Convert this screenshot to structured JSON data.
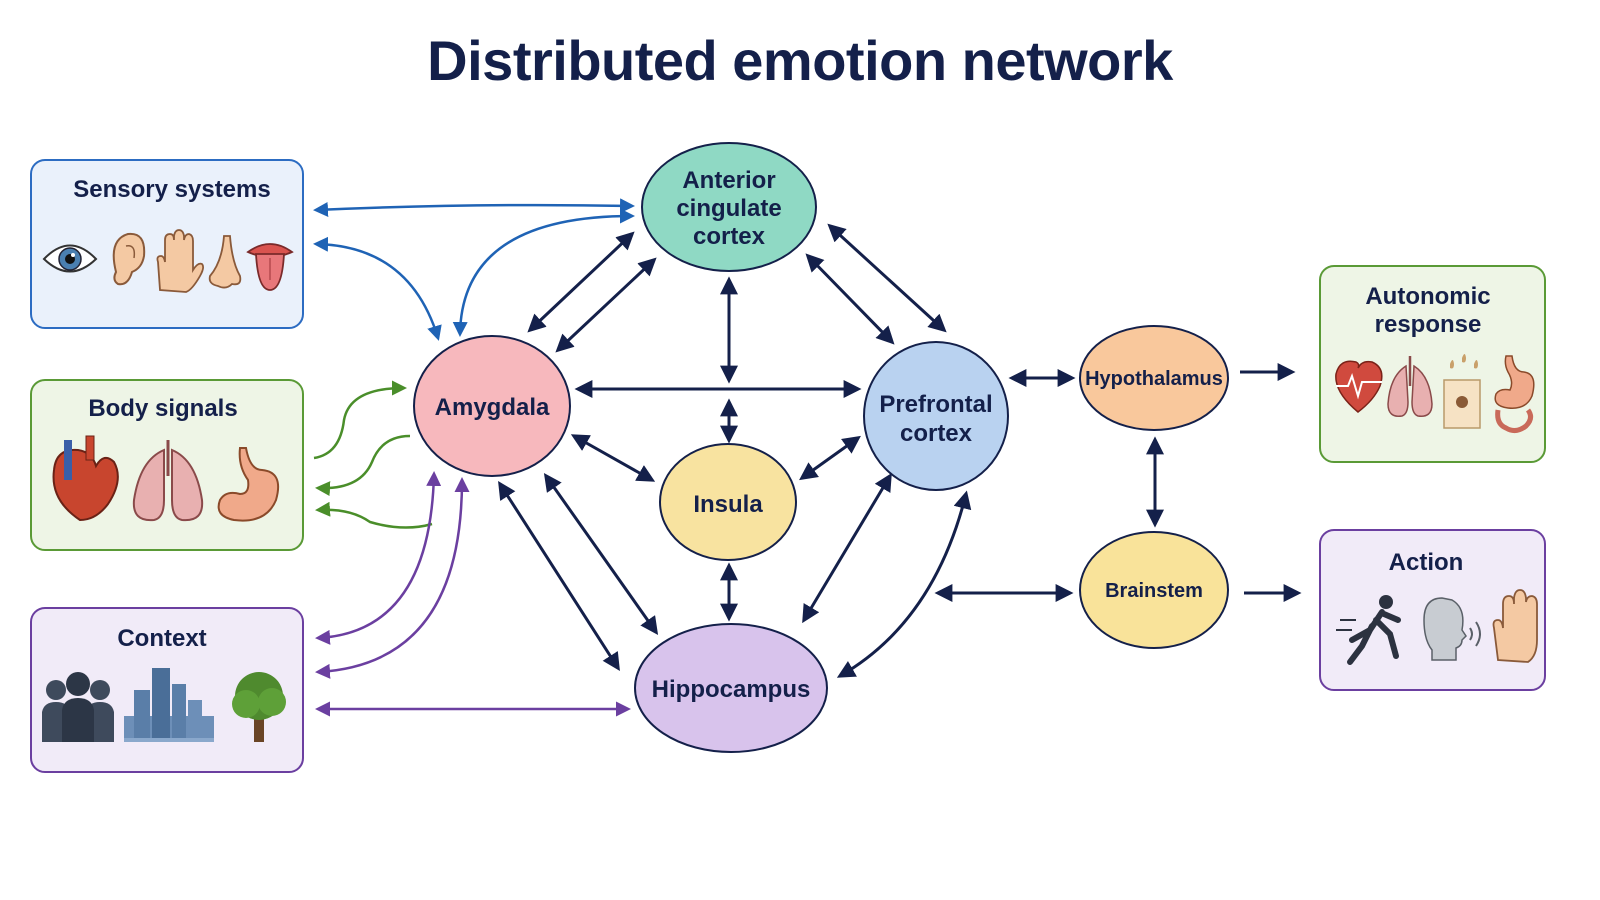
{
  "title": "Distributed emotion network",
  "colors": {
    "navy": "#14204a",
    "blue_arrow": "#1f63b5",
    "green_arrow": "#4a8e2a",
    "purple_arrow": "#6b3fa0",
    "acc_fill": "#8fd9c4",
    "amygdala_fill": "#f7b8bd",
    "prefrontal_fill": "#b9d2f0",
    "insula_fill": "#f8e3a0",
    "hippocampus_fill": "#d8c3ec",
    "hypothalamus_fill": "#f9c89c",
    "brainstem_fill": "#f9e39a"
  },
  "inputs": {
    "sensory": {
      "title": "Sensory systems",
      "icons": [
        "eye-icon",
        "ear-icon",
        "hand-icon",
        "nose-icon",
        "tongue-icon"
      ]
    },
    "body": {
      "title": "Body signals",
      "icons": [
        "heart-icon",
        "lungs-icon",
        "stomach-icon"
      ]
    },
    "context": {
      "title": "Context",
      "icons": [
        "people-icon",
        "city-icon",
        "tree-icon"
      ]
    }
  },
  "regions": {
    "acc": {
      "lines": [
        "Anterior",
        "cingulate",
        "cortex"
      ]
    },
    "amygdala": {
      "lines": [
        "Amygdala"
      ]
    },
    "prefrontal": {
      "lines": [
        "Prefrontal",
        "cortex"
      ]
    },
    "insula": {
      "lines": [
        "Insula"
      ]
    },
    "hippocampus": {
      "lines": [
        "Hippocampus"
      ]
    },
    "hypothalamus": {
      "lines": [
        "Hypothalamus"
      ]
    },
    "brainstem": {
      "lines": [
        "Brainstem"
      ]
    }
  },
  "outputs": {
    "autonomic": {
      "title_lines": [
        "Autonomic",
        "response"
      ],
      "icons": [
        "heartbeat-icon",
        "lungs-icon",
        "skin-icon",
        "stomach-icon"
      ]
    },
    "action": {
      "title": "Action",
      "icons": [
        "running-icon",
        "speaking-icon",
        "hand-icon"
      ]
    }
  }
}
